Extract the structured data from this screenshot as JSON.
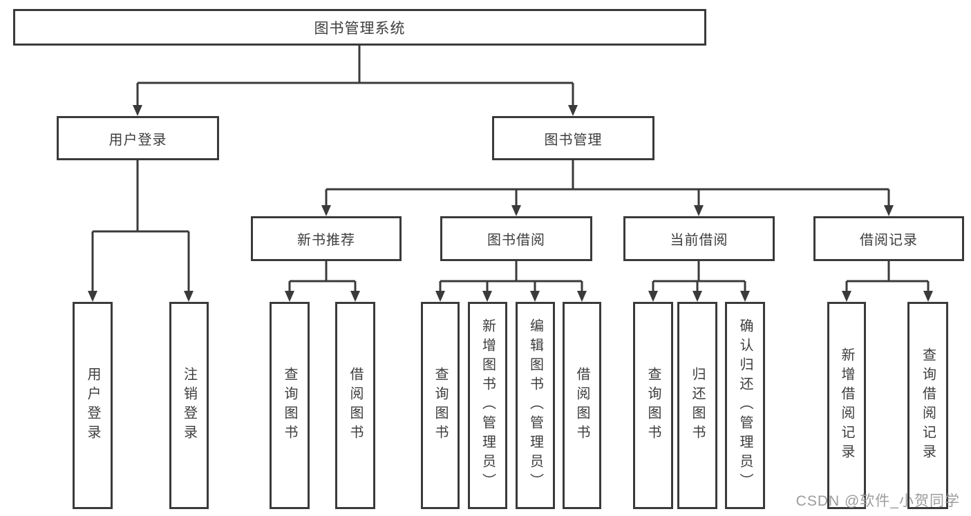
{
  "colors": {
    "line": "#3a3a3a",
    "text": "#3d3d3d",
    "watermark": "#9c9c9c",
    "background": "#ffffff"
  },
  "watermark": {
    "text": "CSDN @软件_小贺同学"
  },
  "diagram": {
    "root": {
      "label": "图书管理系统",
      "children": [
        {
          "label": "用户登录",
          "children": [
            {
              "label": "用户登录"
            },
            {
              "label": "注销登录"
            }
          ]
        },
        {
          "label": "图书管理",
          "children": [
            {
              "label": "新书推荐",
              "children": [
                {
                  "label": "查询图书"
                },
                {
                  "label": "借阅图书"
                }
              ]
            },
            {
              "label": "图书借阅",
              "children": [
                {
                  "label": "查询图书"
                },
                {
                  "label": "新增图书（管理员）"
                },
                {
                  "label": "编辑图书（管理员）"
                },
                {
                  "label": "借阅图书"
                }
              ]
            },
            {
              "label": "当前借阅",
              "children": [
                {
                  "label": "查询图书"
                },
                {
                  "label": "归还图书"
                },
                {
                  "label": "确认归还（管理员）"
                }
              ]
            },
            {
              "label": "借阅记录",
              "children": [
                {
                  "label": "新增借阅记录"
                },
                {
                  "label": "查询借阅记录"
                }
              ]
            }
          ]
        }
      ]
    }
  }
}
